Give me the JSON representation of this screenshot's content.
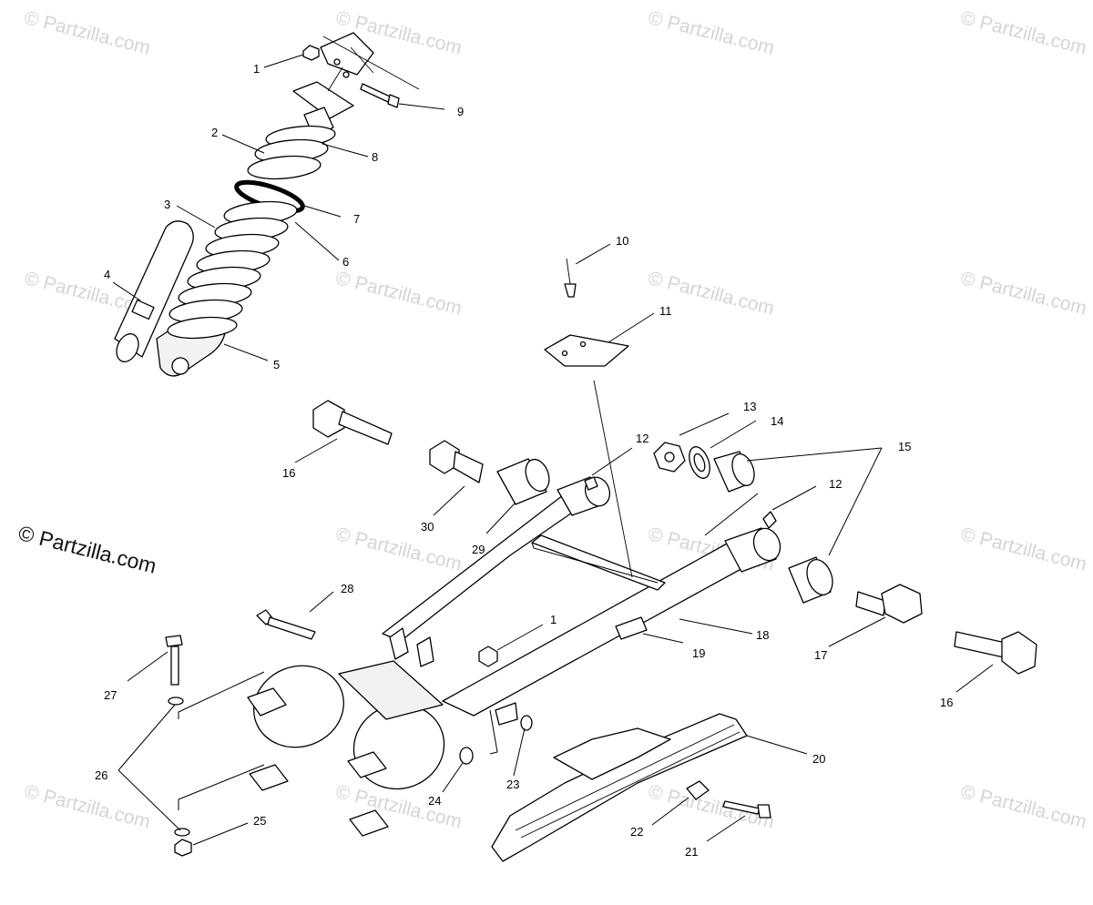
{
  "watermark": "© Partzilla.com",
  "brand_label": "© Partzilla.com",
  "callouts": [
    "1",
    "9",
    "2",
    "8",
    "3",
    "7",
    "6",
    "4",
    "5",
    "10",
    "11",
    "16",
    "12",
    "13",
    "14",
    "15",
    "30",
    "29",
    "12",
    "28",
    "1",
    "18",
    "19",
    "17",
    "16",
    "27",
    "26",
    "20",
    "23",
    "24",
    "22",
    "21",
    "25"
  ]
}
